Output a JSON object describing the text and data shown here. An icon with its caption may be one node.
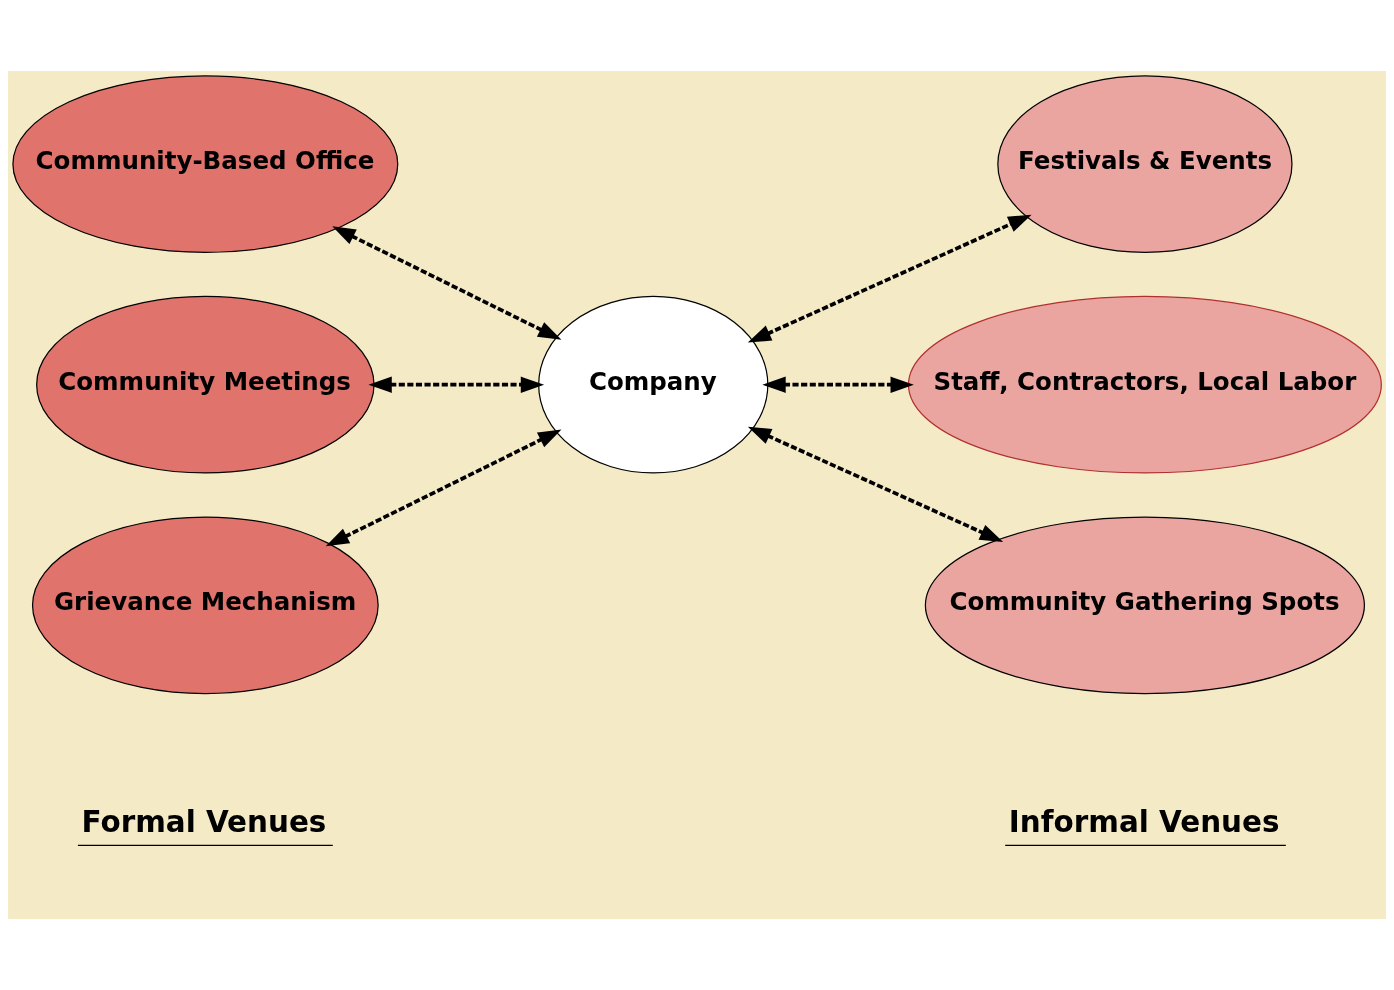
{
  "diagram": {
    "nodes": [
      {
        "text": [
          "Community-Based Office"
        ]
      },
      {
        "text": [
          "Festivals & Events"
        ]
      },
      {
        "text": [
          "Community Meetings"
        ]
      },
      {
        "text": [
          "Company"
        ]
      },
      {
        "text": [
          "Staff, Contractors, Local Labor"
        ]
      },
      {
        "text": [
          "Grievance Mechanism"
        ]
      },
      {
        "text": [
          "Community Gathering Spots"
        ]
      }
    ],
    "edges": [
      {
        "from": 0,
        "to": 3,
        "arrow": "both",
        "style": "dashed"
      },
      {
        "from": 2,
        "to": 3,
        "arrow": "both",
        "style": "dashed"
      },
      {
        "from": 5,
        "to": 3,
        "arrow": "both",
        "style": "dashed"
      },
      {
        "from": 3,
        "to": 1,
        "arrow": "both",
        "style": "dashed"
      },
      {
        "from": 3,
        "to": 4,
        "arrow": "both",
        "style": "dashed"
      },
      {
        "from": 3,
        "to": 6,
        "arrow": "both",
        "style": "dashed"
      }
    ],
    "labels": [
      "Formal Venues",
      "Informal Venues"
    ]
  }
}
